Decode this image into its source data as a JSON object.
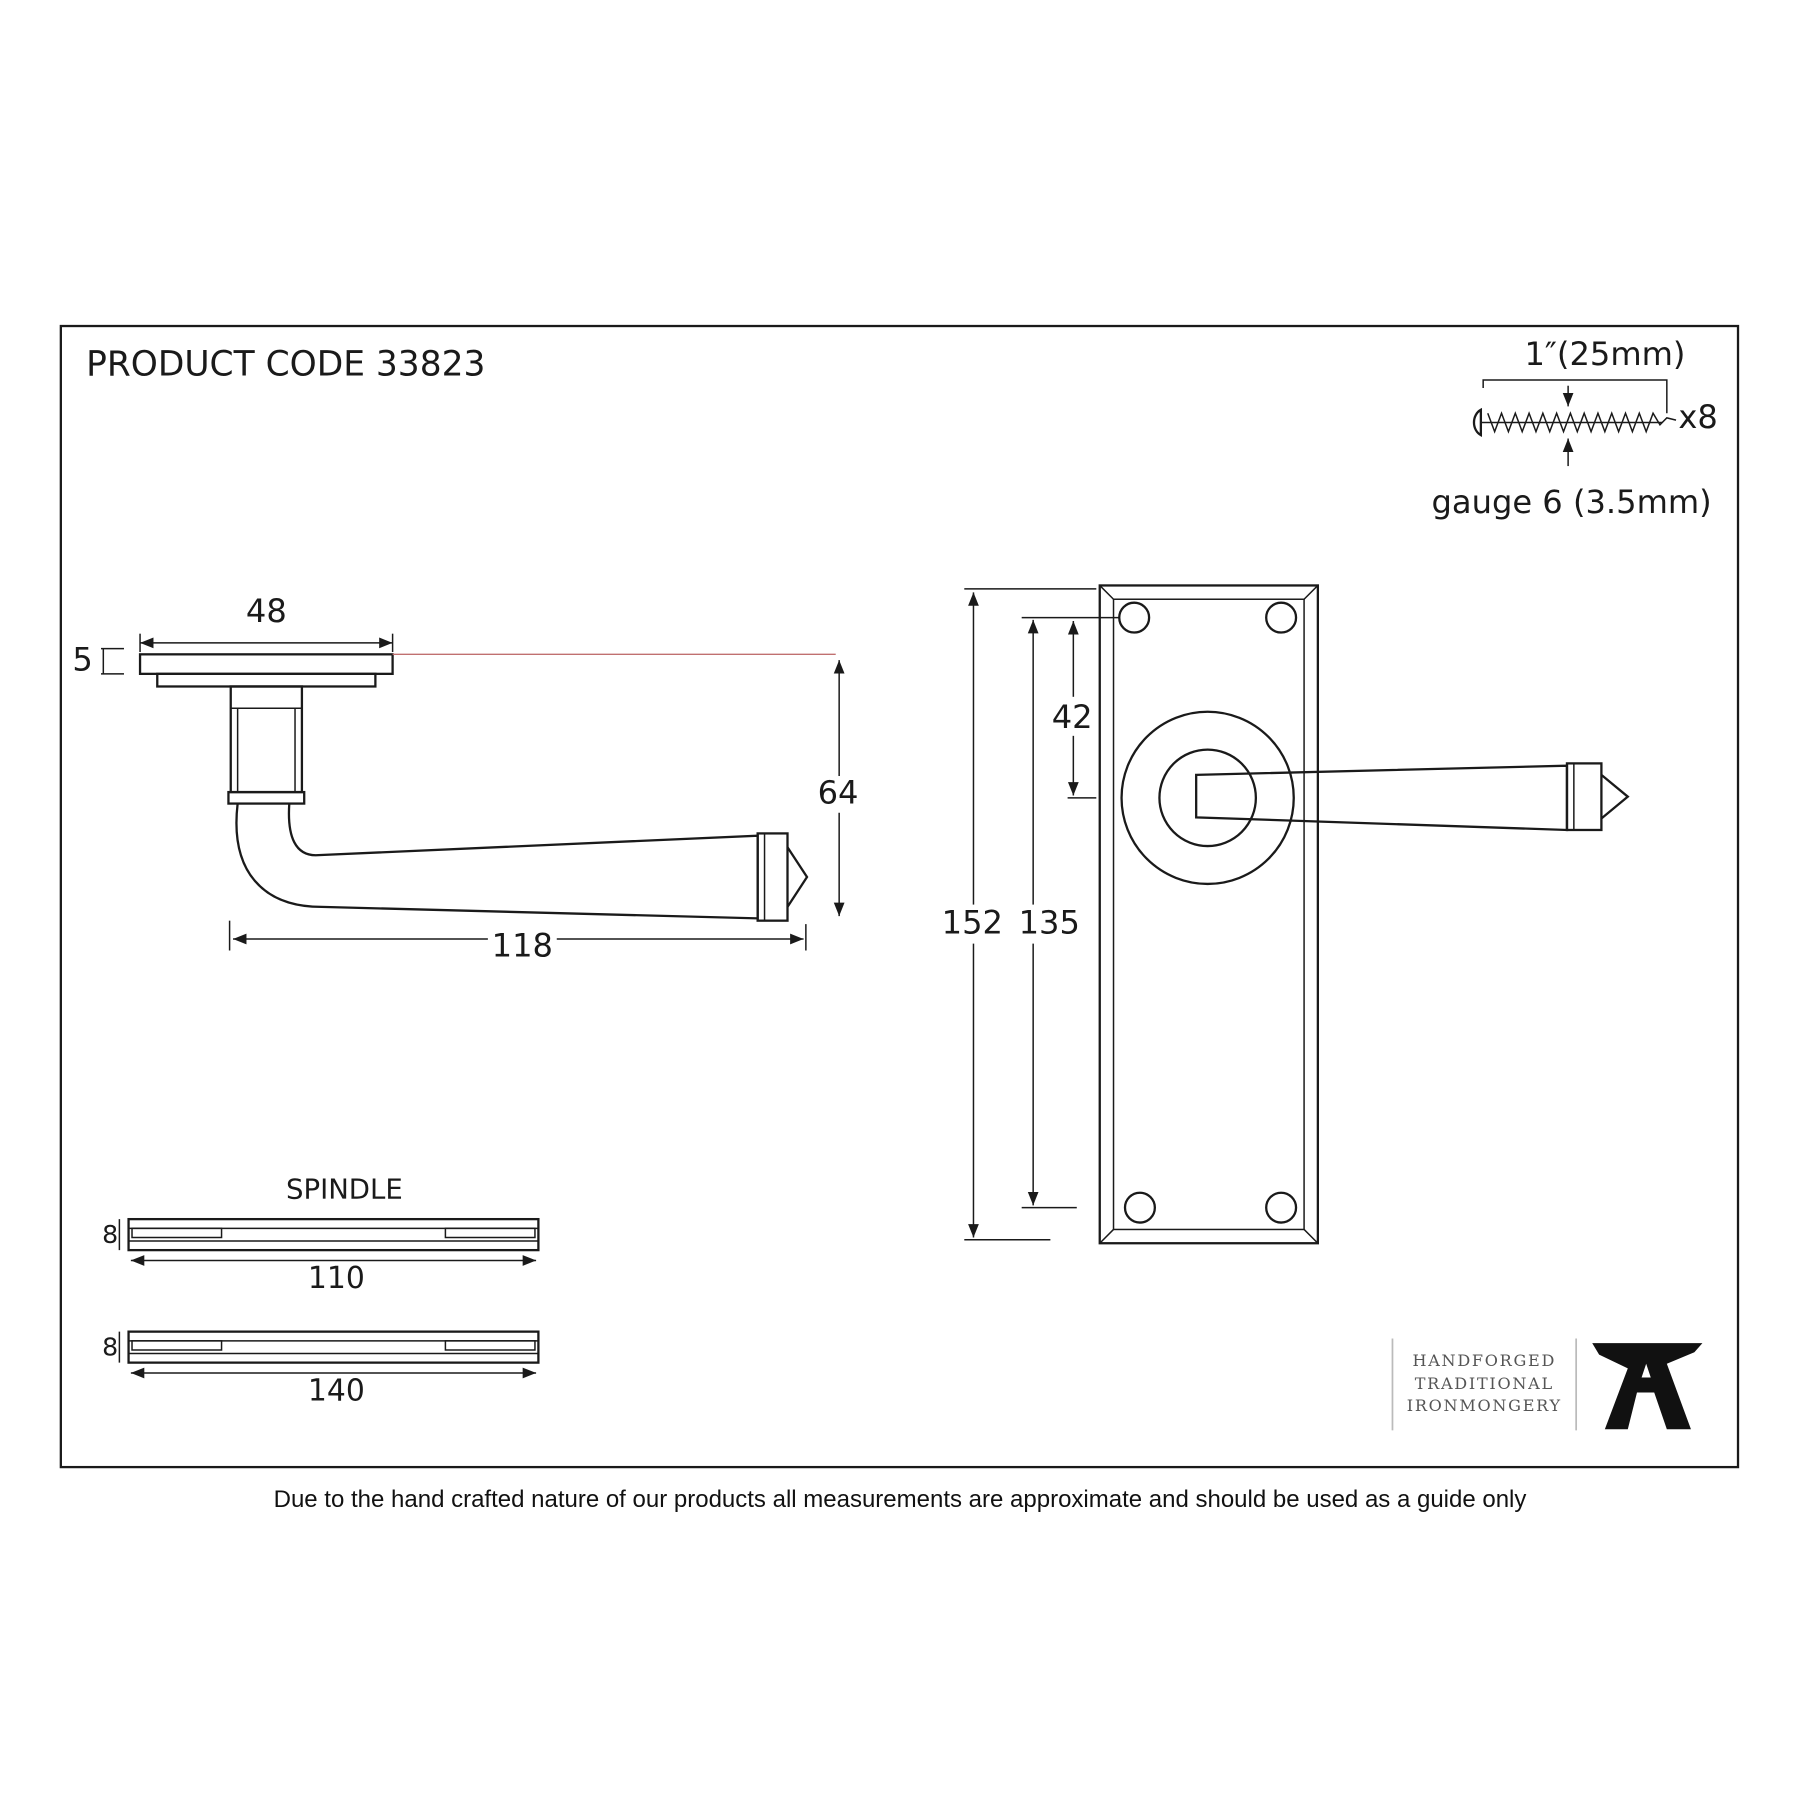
{
  "title": "PRODUCT CODE 33823",
  "screw": {
    "length": "1″(25mm)",
    "quantity": "x8",
    "gauge": "gauge 6 (3.5mm)"
  },
  "side_view": {
    "rose_width": "48",
    "rose_thickness": "5",
    "projection": "64",
    "lever_length": "118"
  },
  "front_view": {
    "plate_height": "152",
    "hole_centres": "135",
    "spindle_offset": "42"
  },
  "spindle": {
    "label": "SPINDLE",
    "items": [
      {
        "size": "8",
        "length": "110"
      },
      {
        "size": "8",
        "length": "140"
      }
    ]
  },
  "logo": {
    "line1": "HANDFORGED",
    "line2": "TRADITIONAL",
    "line3": "IRONMONGERY"
  },
  "footer": "Due to the hand crafted nature of our products all measurements are approximate and should be used as a guide only",
  "colors": {
    "line": "#1a1a1a",
    "guide": "#c07070"
  }
}
